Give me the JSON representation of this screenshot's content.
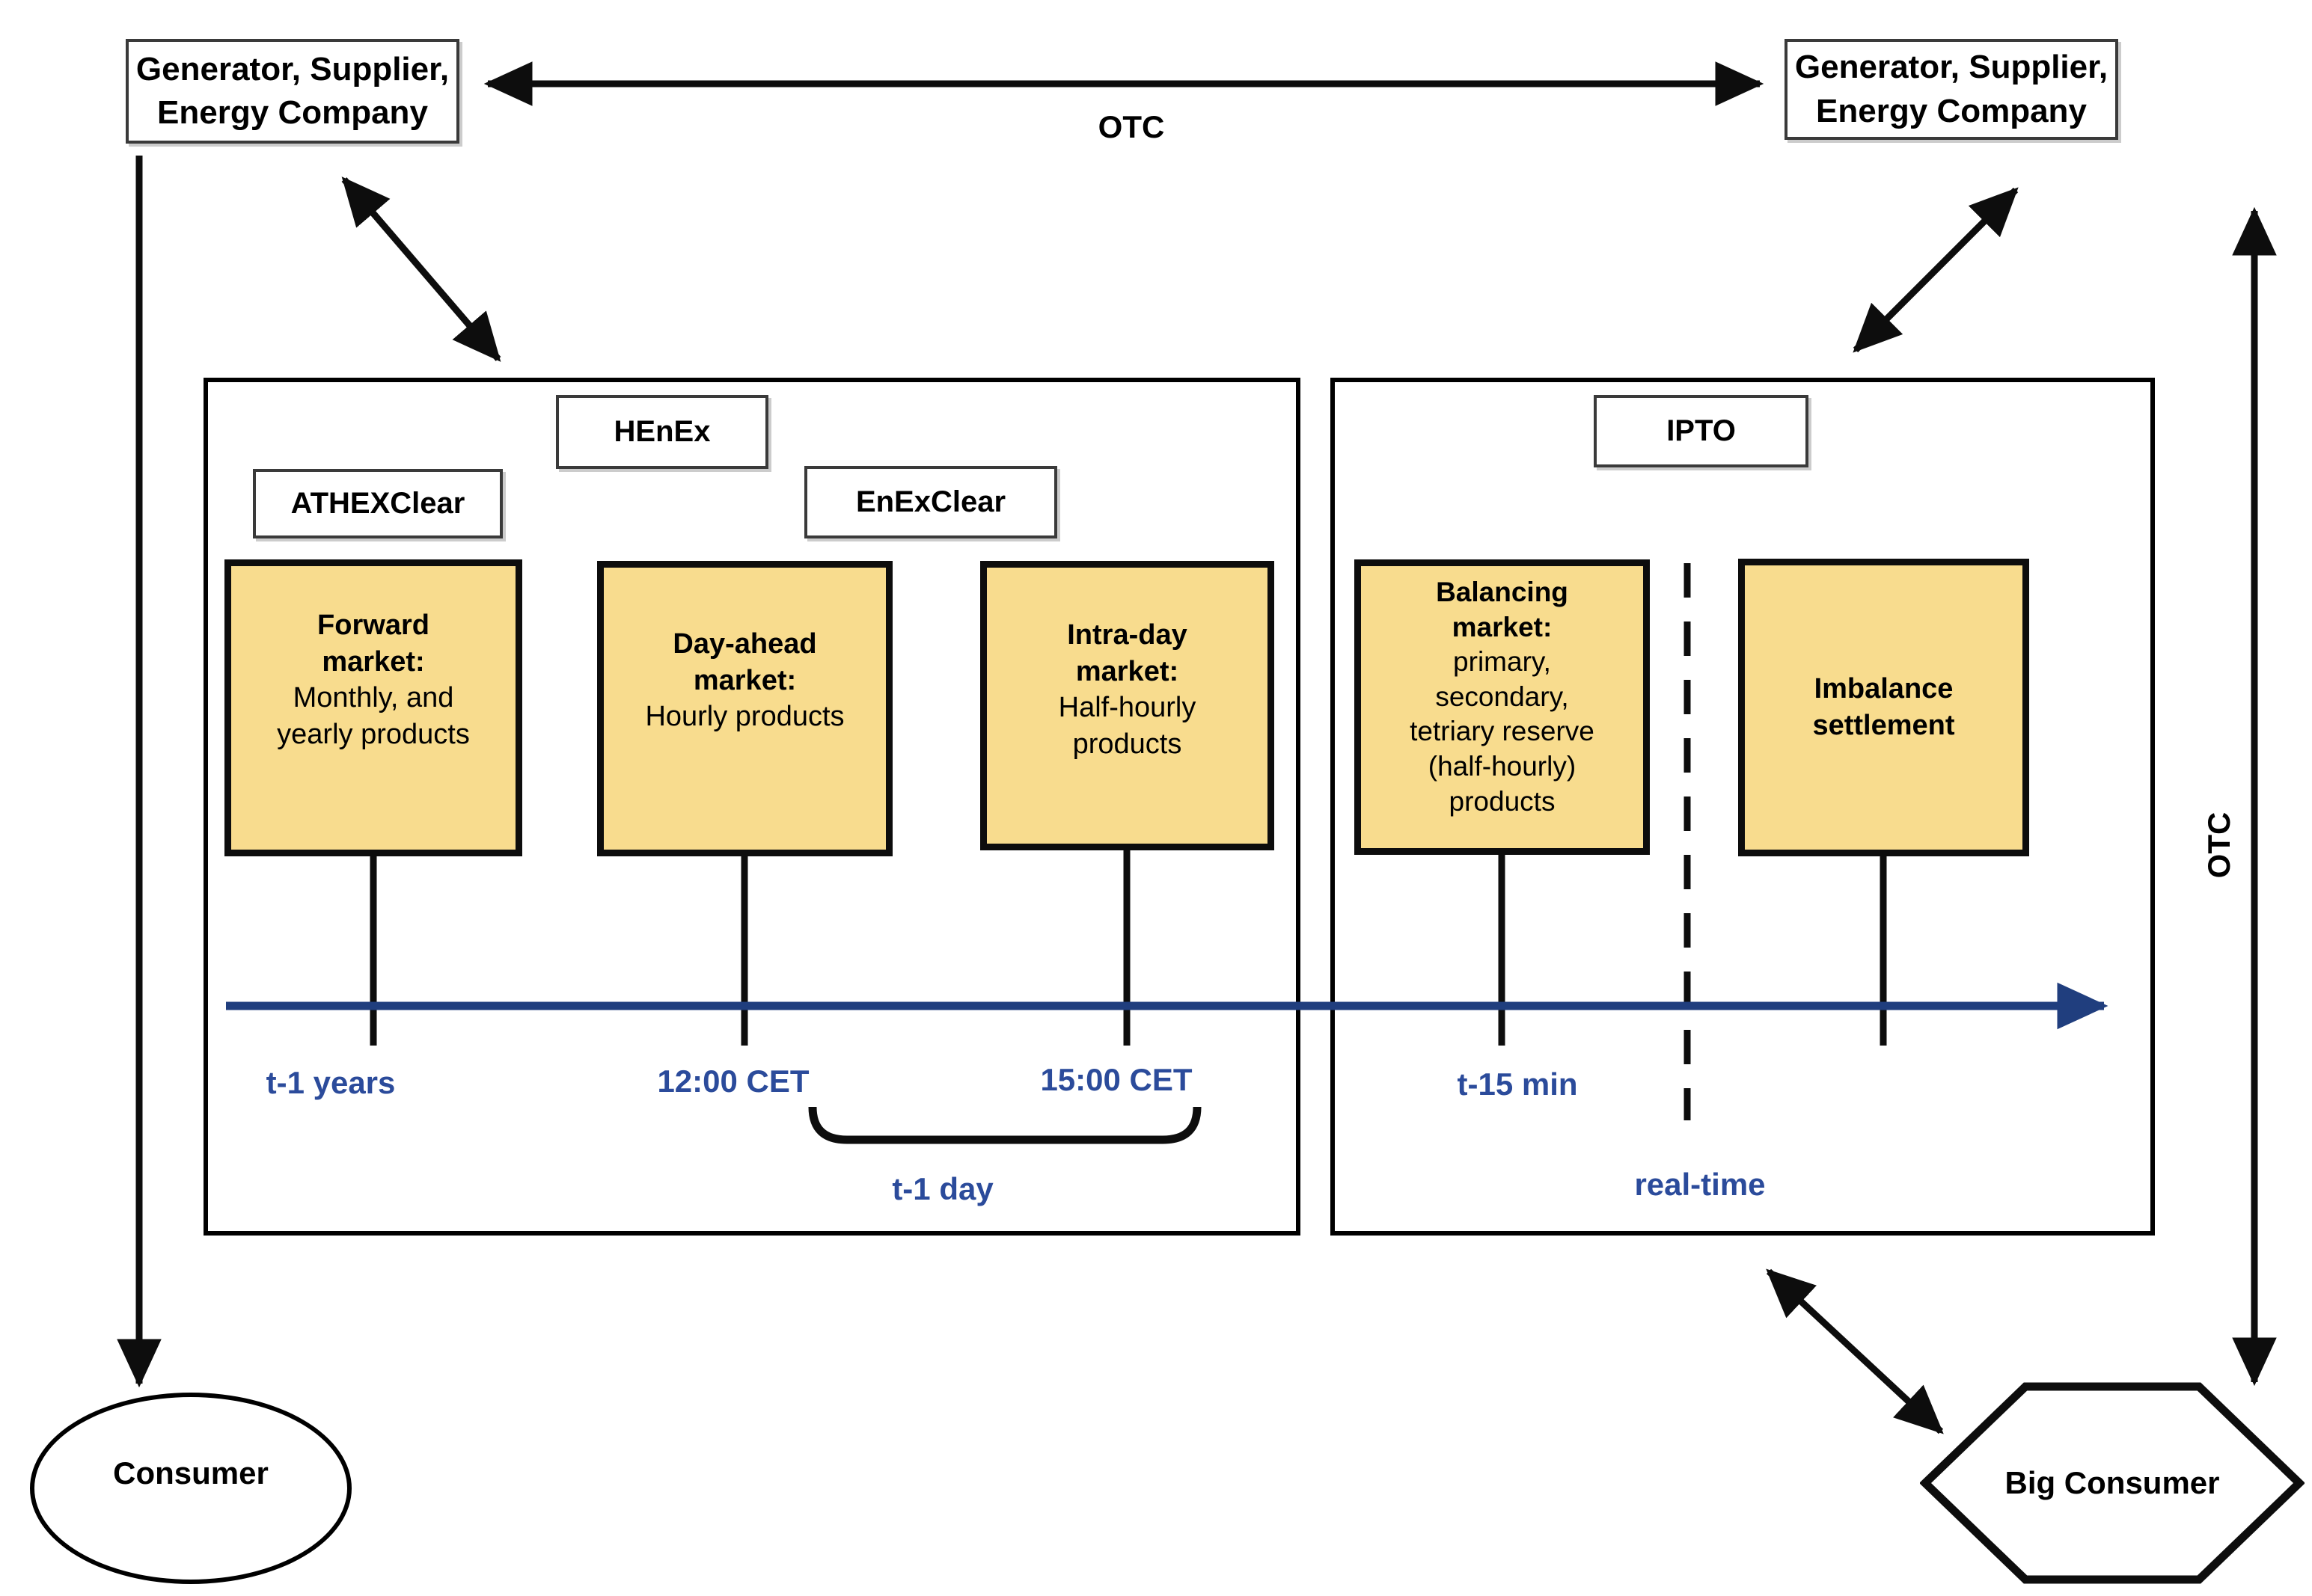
{
  "actors": {
    "top_left": "Generator, Supplier,\nEnergy Company",
    "top_right": "Generator, Supplier,\nEnergy Company",
    "consumer": "Consumer",
    "big_consumer": "Big Consumer"
  },
  "otc": {
    "top_label": "OTC",
    "right_label": "OTC"
  },
  "org": {
    "henex": "HEnEx",
    "athexclear": "ATHEXClear",
    "enexclear": "EnExClear",
    "ipto": "IPTO"
  },
  "markets": {
    "forward": {
      "title": "Forward\nmarket:",
      "desc": "Monthly, and\nyearly products"
    },
    "day_ahead": {
      "title": "Day-ahead\nmarket:",
      "desc": "Hourly products"
    },
    "intra_day": {
      "title": "Intra-day\nmarket:",
      "desc": "Half-hourly\nproducts"
    },
    "balancing": {
      "title": "Balancing\nmarket:",
      "desc": "primary,\nsecondary,\ntetriary reserve\n(half-hourly)\nproducts"
    },
    "imbalance": {
      "title": "Imbalance\nsettlement",
      "desc": ""
    }
  },
  "timeline": {
    "t1_years": "t-1 years",
    "cet12": "12:00 CET",
    "cet15": "15:00 CET",
    "t15_min": "t-15 min",
    "t1_day": "t-1 day",
    "real_time": "real-time"
  },
  "colors": {
    "market_fill": "#F8DC8E",
    "blue_label": "#2B4B9B",
    "timeline_arrow": "#203E7E",
    "line_black": "#0d0d0d"
  }
}
